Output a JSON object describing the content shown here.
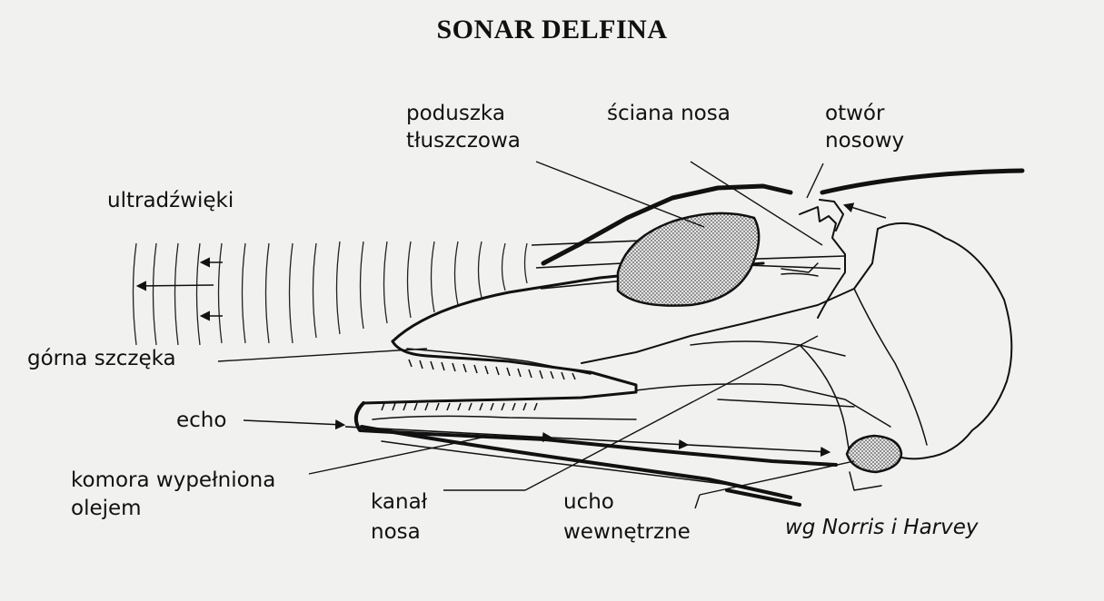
{
  "title": "SONAR DELFINA",
  "labels": {
    "ultrasound": "ultradźwięki",
    "fat_pad_line1": "poduszka",
    "fat_pad_line2": "tłuszczowa",
    "nasal_wall": "ściana nosa",
    "blowhole_line1": "otwór",
    "blowhole_line2": "nosowy",
    "upper_jaw": "górna szczęka",
    "echo": "echo",
    "oil_chamber_line1": "komora wypełniona",
    "oil_chamber_line2": "olejem",
    "nasal_canal_line1": "kanał",
    "nasal_canal_line2": "nosa",
    "inner_ear_line1": "ucho",
    "inner_ear_line2": "wewnętrzne"
  },
  "credit": "wg Norris i Harvey",
  "colors": {
    "background": "#f1f1ef",
    "ink": "#111111",
    "stipple": "#9a9a9a"
  }
}
